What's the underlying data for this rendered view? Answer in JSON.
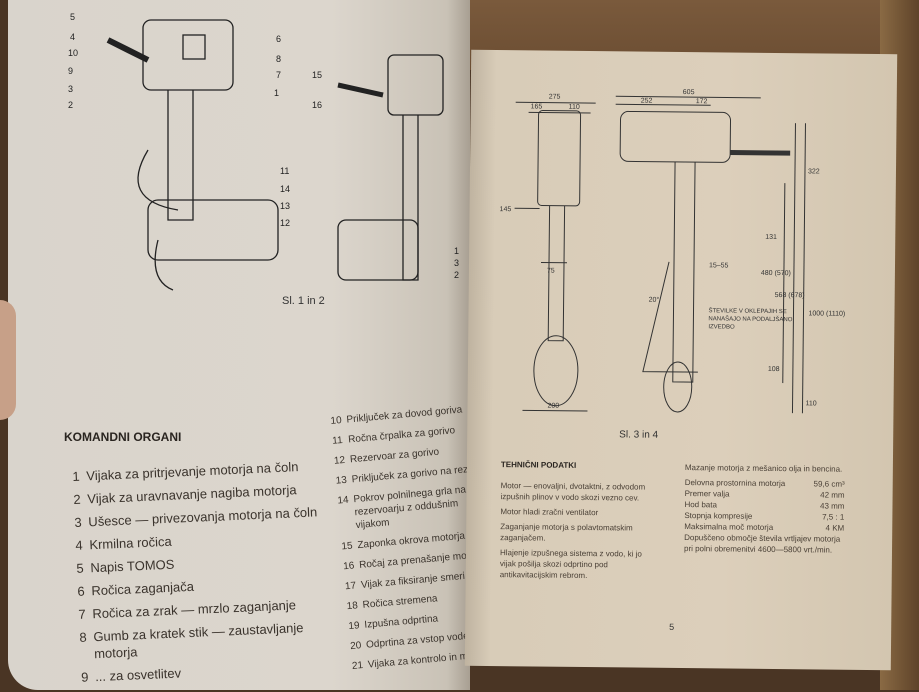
{
  "left_page": {
    "figure_callouts_fig1": [
      "5",
      "4",
      "10",
      "9",
      "3",
      "2",
      "6",
      "8",
      "7",
      "1",
      "11",
      "14",
      "13",
      "12"
    ],
    "figure_callouts_fig2": [
      "15",
      "16",
      "3",
      "2",
      "1"
    ],
    "figure_caption": "Sl. 1 in 2",
    "section_title": "KOMANDNI ORGANI",
    "items": [
      {
        "n": "1",
        "text": "Vijaka za pritrjevanje motorja na čoln"
      },
      {
        "n": "2",
        "text": "Vijak za uravnavanje nagiba motorja"
      },
      {
        "n": "3",
        "text": "Ušesce — privezovanja motorja na čoln"
      },
      {
        "n": "4",
        "text": "Krmilna ročica"
      },
      {
        "n": "5",
        "text": "Napis TOMOS"
      },
      {
        "n": "6",
        "text": "Ročica zaganjača"
      },
      {
        "n": "7",
        "text": "Ročica za zrak — mrzlo zaganjanje"
      },
      {
        "n": "8",
        "text": "Gumb za kratek stik — zaustavljanje motorja"
      },
      {
        "n": "9",
        "text": "... za osvetlitev"
      }
    ],
    "items_col2": [
      {
        "n": "10",
        "text": "Priključek za dovod goriva"
      },
      {
        "n": "11",
        "text": "Ročna črpalka za gorivo"
      },
      {
        "n": "12",
        "text": "Rezervoar za gorivo"
      },
      {
        "n": "13",
        "text": "Priključek za gorivo na rezervoarju"
      },
      {
        "n": "14",
        "text": "Pokrov polnilnega grla na rezervoarju z oddušnim vijakom"
      },
      {
        "n": "15",
        "text": "Zaponka okrova motorja"
      },
      {
        "n": "16",
        "text": "Ročaj za prenašanje motorja"
      },
      {
        "n": "17",
        "text": "Vijak za fiksiranje smeri vožnje"
      },
      {
        "n": "18",
        "text": "Ročica stremena"
      },
      {
        "n": "19",
        "text": "Izpušna odprtina"
      },
      {
        "n": "20",
        "text": "Odprtina za vstop vode za hlajenje"
      },
      {
        "n": "21",
        "text": "Vijaka za kontrolo in menjavo olja"
      }
    ]
  },
  "right_page": {
    "front_dims": [
      "275",
      "165",
      "110",
      "145",
      "75",
      "200"
    ],
    "side_dims": [
      "605",
      "252",
      "172",
      "322",
      "131",
      "15–55",
      "20°",
      "480 (570)",
      "568 (678)",
      "1000 (1110)",
      "108",
      "110"
    ],
    "side_note": "ŠTEVILKE V OKLEPAJIH SE NANAŠAJO NA PODALJŠANO IZVEDBO",
    "figure_caption": "Sl. 3 in 4",
    "section_title": "TEHNIČNI PODATKI",
    "paragraphs": [
      "Motor — enovaljni, dvotaktni, z odvodom izpušnih plinov v vodo skozi vezno cev.",
      "Motor hladi zračni ventilator",
      "Zaganjanje motorja s polavtomatskim zaganjačem.",
      "Hlajenje izpušnega sistema z vodo, ki jo vijak pošilja skozi odprtino pod antikavitacijskim rebrom."
    ],
    "lubrication": "Mazanje motorja z mešanico olja in bencina.",
    "specs": [
      {
        "label": "Delovna prostornina motorja",
        "value": "59,6 cm³"
      },
      {
        "label": "Premer valja",
        "value": "42 mm"
      },
      {
        "label": "Hod bata",
        "value": "43 mm"
      },
      {
        "label": "Stopnja kompresije",
        "value": "7,5 : 1"
      },
      {
        "label": "Maksimalna moč motorja",
        "value": "4 KM"
      }
    ],
    "rpm_range": "Dopuščeno območje števila vrtljajev motorja pri polni obremenitvi 4600—5800 vrt./min.",
    "page_number": "5"
  }
}
